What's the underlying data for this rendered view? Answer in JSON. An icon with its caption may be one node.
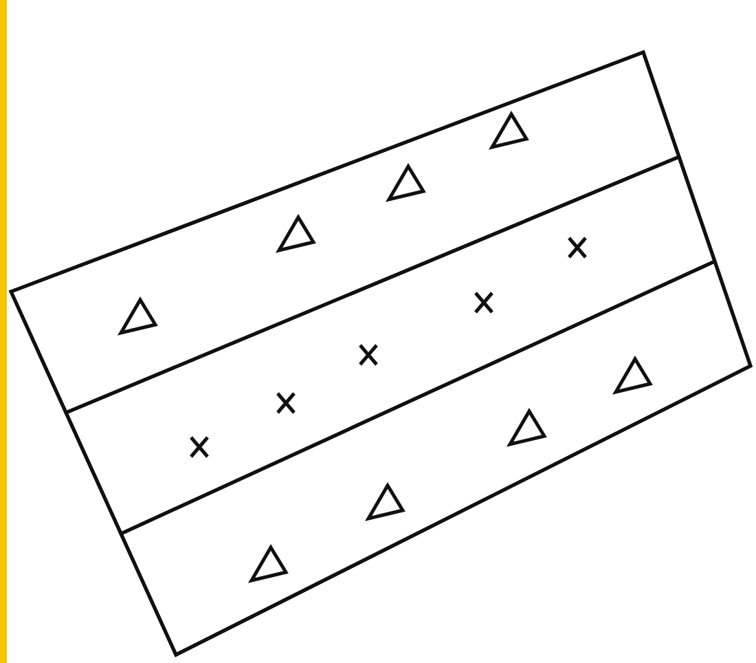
{
  "diagram": {
    "nodes": [
      {
        "text": [],
        "shape": "box"
      },
      {
        "text": [],
        "shape": "box",
        "in": 0
      },
      {
        "text": [],
        "shape": "box",
        "in": 0
      },
      {
        "text": [],
        "shape": "box",
        "in": 0
      }
    ]
  }
}
